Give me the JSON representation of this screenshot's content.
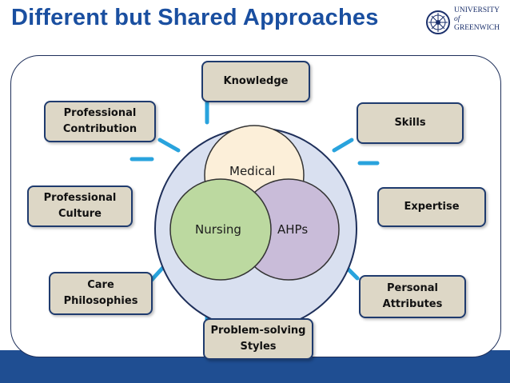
{
  "header": {
    "title": "Different but Shared Approaches",
    "logo_text": [
      "UNIVERSITY",
      "of",
      "GREENWICH"
    ]
  },
  "venn": {
    "medical": "Medical",
    "nursing": "Nursing",
    "ahps": "AHPs"
  },
  "boxes": {
    "knowledge": "Knowledge",
    "professional_contribution": "Professional\nContribution",
    "skills": "Skills",
    "professional_culture": "Professional\nCulture",
    "expertise": "Expertise",
    "care_philosophies": "Care\nPhilosophies",
    "personal_attributes": "Personal\nAttributes",
    "problem_solving_styles": "Problem-solving\nStyles"
  },
  "colors": {
    "title": "#1a4fa0",
    "box_fill": "#ddd7c6",
    "outer_circle": "#d9e0f0",
    "medical": "#fcefd9",
    "nursing": "#bcd9a0",
    "ahps": "#c9bcd9",
    "connector": "#29a3dd",
    "band": "#1f4e92"
  }
}
